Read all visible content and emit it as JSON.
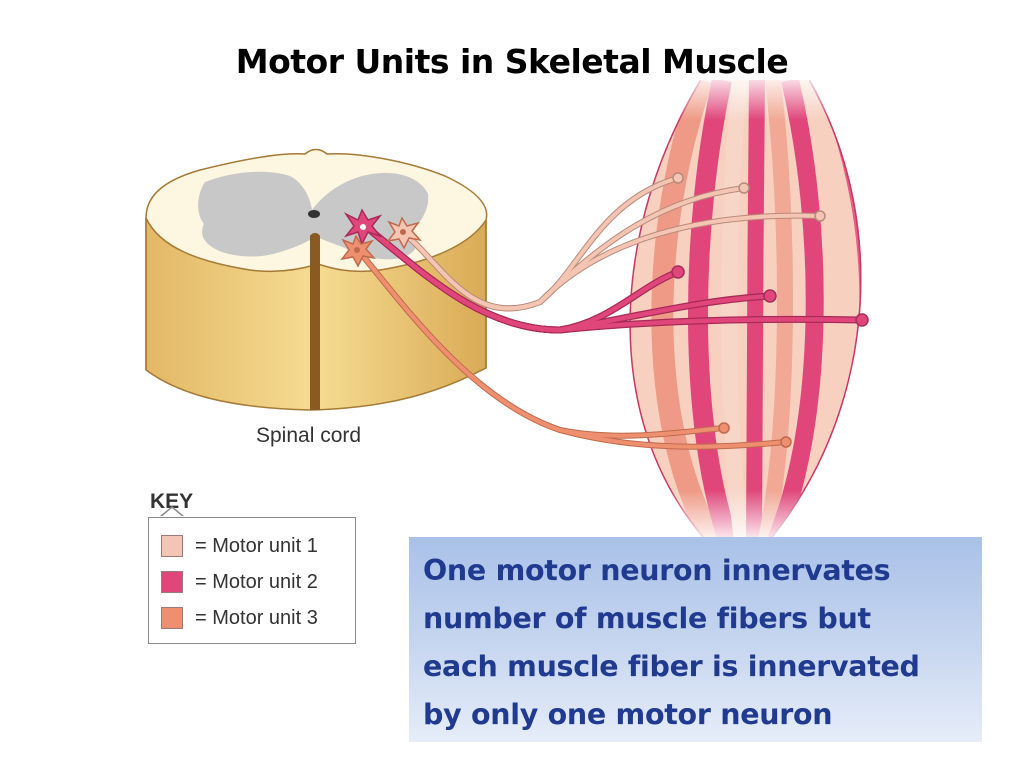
{
  "title": "Motor Units in Skeletal Muscle",
  "spinal_cord_label": "Spinal cord",
  "key": {
    "title": "KEY",
    "items": [
      {
        "label": "= Motor unit 1",
        "color": "#f4c5b2"
      },
      {
        "label": "= Motor unit 2",
        "color": "#e0467a"
      },
      {
        "label": "= Motor unit 3",
        "color": "#ee9070"
      }
    ]
  },
  "callout_text": "One motor neuron innervates\nnumber of muscle fibers  but\neach muscle fiber is innervated\nby only one motor neuron",
  "colors": {
    "white_matter": "#f0d27c",
    "gray_matter": "#c8c8c8",
    "muscle_fiber_dark": "#e0467a",
    "muscle_fiber_light": "#f7d0c0",
    "callout_text": "#1f3a8f"
  }
}
